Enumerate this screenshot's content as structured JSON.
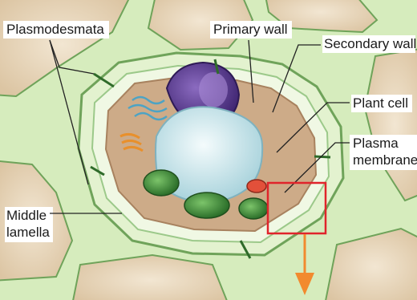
{
  "labels": {
    "plasmodesmata": "Plasmodesmata",
    "primary_wall": "Primary wall",
    "secondary_wall": "Secondary wall",
    "plant_cell": "Plant cell",
    "plasma_membrane_line1": "Plasma",
    "plasma_membrane_line2": "membrane",
    "middle_lamella_line1": "Middle",
    "middle_lamella_line2": "lamella"
  },
  "colors": {
    "cell_wall": "#d9eec0",
    "middle_lamella": "#6fa35a",
    "neighbor_cell": "#ead9c0",
    "cytoplasm": "#c9a98a",
    "vacuole": "#cfe8ee",
    "nucleus": "#5b3d8f",
    "chloroplast": "#3f8f3a",
    "highlight_box": "#e0242b",
    "arrow": "#f28a2e",
    "leader_line": "#222222"
  }
}
